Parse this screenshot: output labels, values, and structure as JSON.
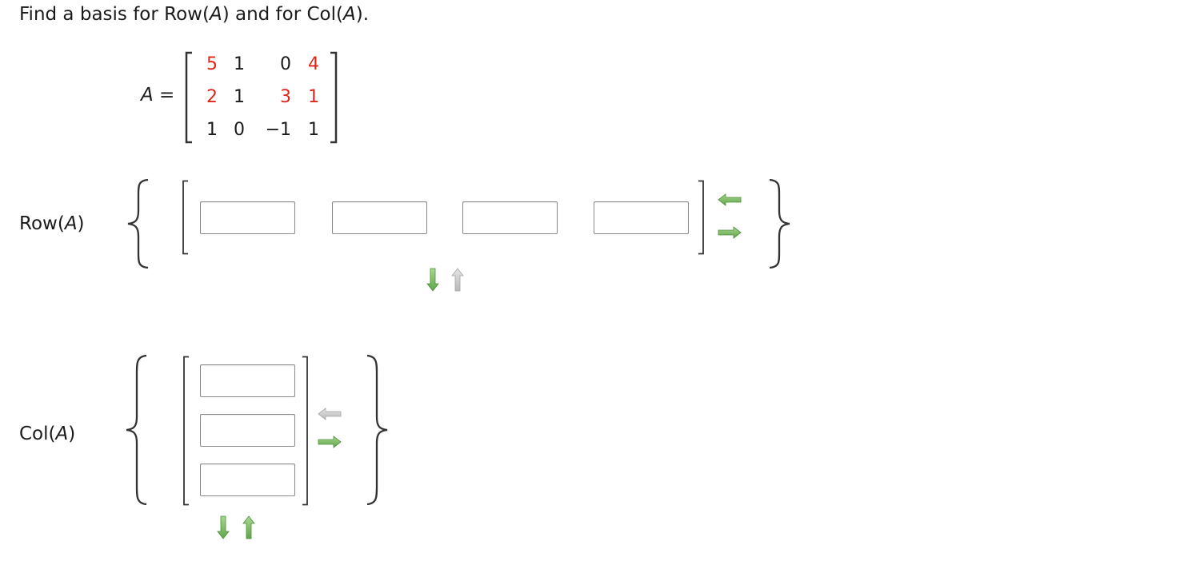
{
  "prompt": {
    "text_1": "Find a basis for Row(",
    "var_1": "A",
    "text_2": ") and for Col(",
    "var_2": "A",
    "text_3": ")."
  },
  "matrix": {
    "name": "A",
    "equals": "=",
    "rows": [
      [
        "5",
        "1",
        "0",
        "4"
      ],
      [
        "2",
        "1",
        "3",
        "1"
      ],
      [
        "1",
        "0",
        "−1",
        "1"
      ]
    ],
    "highlight_color": "#e0251b"
  },
  "row_section": {
    "label_prefix": "Row(",
    "label_var": "A",
    "label_suffix": ")",
    "inputs": [
      {
        "value": "",
        "placeholder": ""
      },
      {
        "value": "",
        "placeholder": ""
      },
      {
        "value": "",
        "placeholder": ""
      },
      {
        "value": "",
        "placeholder": ""
      }
    ],
    "controls": {
      "remove_column_icon": "arrow-left-icon",
      "add_column_icon": "arrow-right-icon",
      "add_row_icon": "arrow-down-icon",
      "remove_row_icon": "arrow-up-icon",
      "active_color": "#7fbf65",
      "disabled_color": "#c8c8c8"
    }
  },
  "col_section": {
    "label_prefix": "Col(",
    "label_var": "A",
    "label_suffix": ")",
    "inputs": [
      {
        "value": "",
        "placeholder": ""
      },
      {
        "value": "",
        "placeholder": ""
      },
      {
        "value": "",
        "placeholder": ""
      }
    ],
    "controls": {
      "remove_column_icon": "arrow-left-icon",
      "add_column_icon": "arrow-right-icon",
      "add_row_icon": "arrow-down-icon",
      "remove_row_icon": "arrow-up-icon",
      "active_color": "#7fbf65",
      "disabled_color": "#c8c8c8"
    }
  }
}
